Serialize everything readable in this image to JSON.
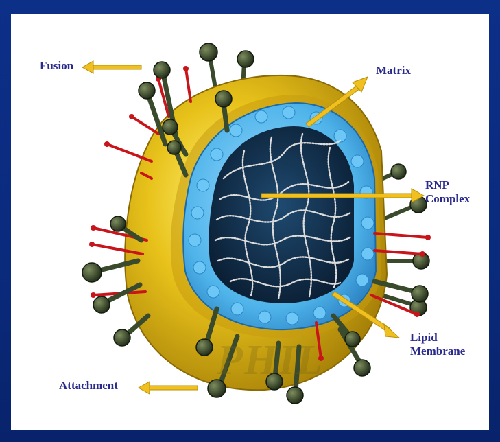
{
  "labels": {
    "fusion": "Fusion",
    "matrix": "Matrix",
    "rnp_line1": "RNP",
    "rnp_line2": "Complex",
    "lipid_line1": "Lipid",
    "lipid_line2": "Membrane",
    "attachment": "Attachment"
  },
  "watermark": "PHIL",
  "colors": {
    "slide_background": "#0a2a7c",
    "panel_background": "#ffffff",
    "label_text": "#2a2a8c",
    "envelope": "#e8c21a",
    "matrix_layer": "#4fb4ea",
    "core": "#0f2c48",
    "rnp_strands": "#d9d9d9",
    "fusion_spikes": "#c8151b",
    "attachment_spikes": "#2f3d26",
    "arrows": "#f0c020"
  }
}
